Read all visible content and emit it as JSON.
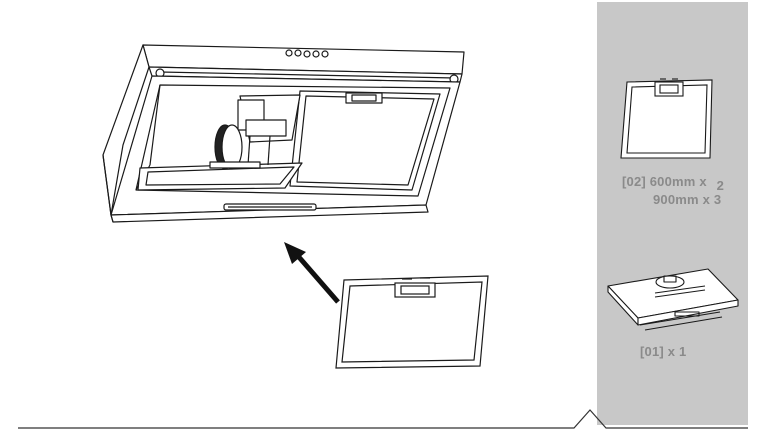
{
  "parts": [
    {
      "code": "[02]",
      "lines": [
        {
          "size": "600mm",
          "sep": "x",
          "qty": "2"
        },
        {
          "size": "900mm",
          "sep": "x",
          "qty": "3"
        }
      ]
    },
    {
      "code": "[01]",
      "sep": "x",
      "qty": "1"
    }
  ]
}
